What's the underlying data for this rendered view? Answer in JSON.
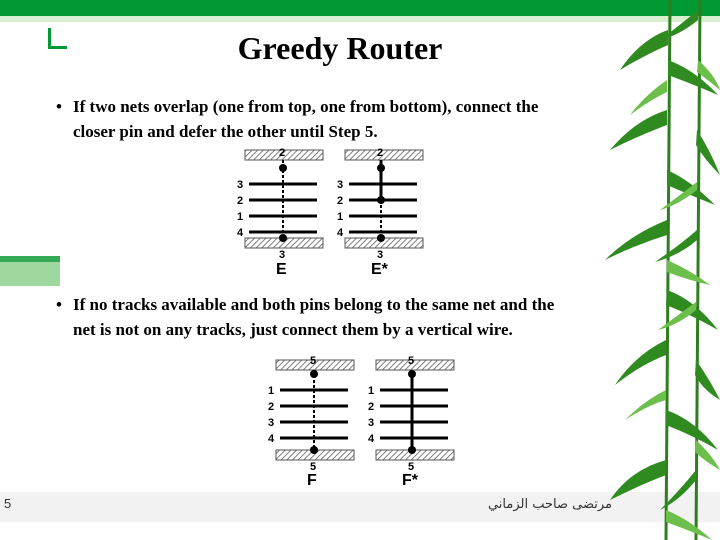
{
  "slide": {
    "title": "Greedy Router",
    "bullets": [
      "If two nets overlap (one from top, one from bottom), connect the closer pin and defer the other until Step 5.",
      "If no tracks available and both pins belong to the same net and the net is not on any tracks, just connect them by a vertical wire."
    ],
    "slide_number": "5",
    "footer_text": "مرتضى صاحب الزماني"
  },
  "figure1": {
    "left": {
      "top_pin": "2",
      "bottom_pin": "3",
      "track_labels": [
        "3",
        "2",
        "1",
        "4"
      ],
      "caption": "E"
    },
    "right": {
      "top_pin": "2",
      "bottom_pin": "3",
      "track_labels": [
        "3",
        "2",
        "1",
        "4"
      ],
      "caption": "E*"
    }
  },
  "figure2": {
    "left": {
      "top_pin": "5",
      "bottom_pin": "5",
      "track_labels": [
        "1",
        "2",
        "3",
        "4"
      ],
      "caption": "F"
    },
    "right": {
      "top_pin": "5",
      "bottom_pin": "5",
      "track_labels": [
        "1",
        "2",
        "3",
        "4"
      ],
      "caption": "F*"
    }
  },
  "colors": {
    "accent_green": "#009933",
    "light_green": "#9fd89f",
    "text": "#000000"
  },
  "icons": {
    "bullet": "bullet-dot-icon",
    "decor": "bamboo-leaves-icon"
  }
}
